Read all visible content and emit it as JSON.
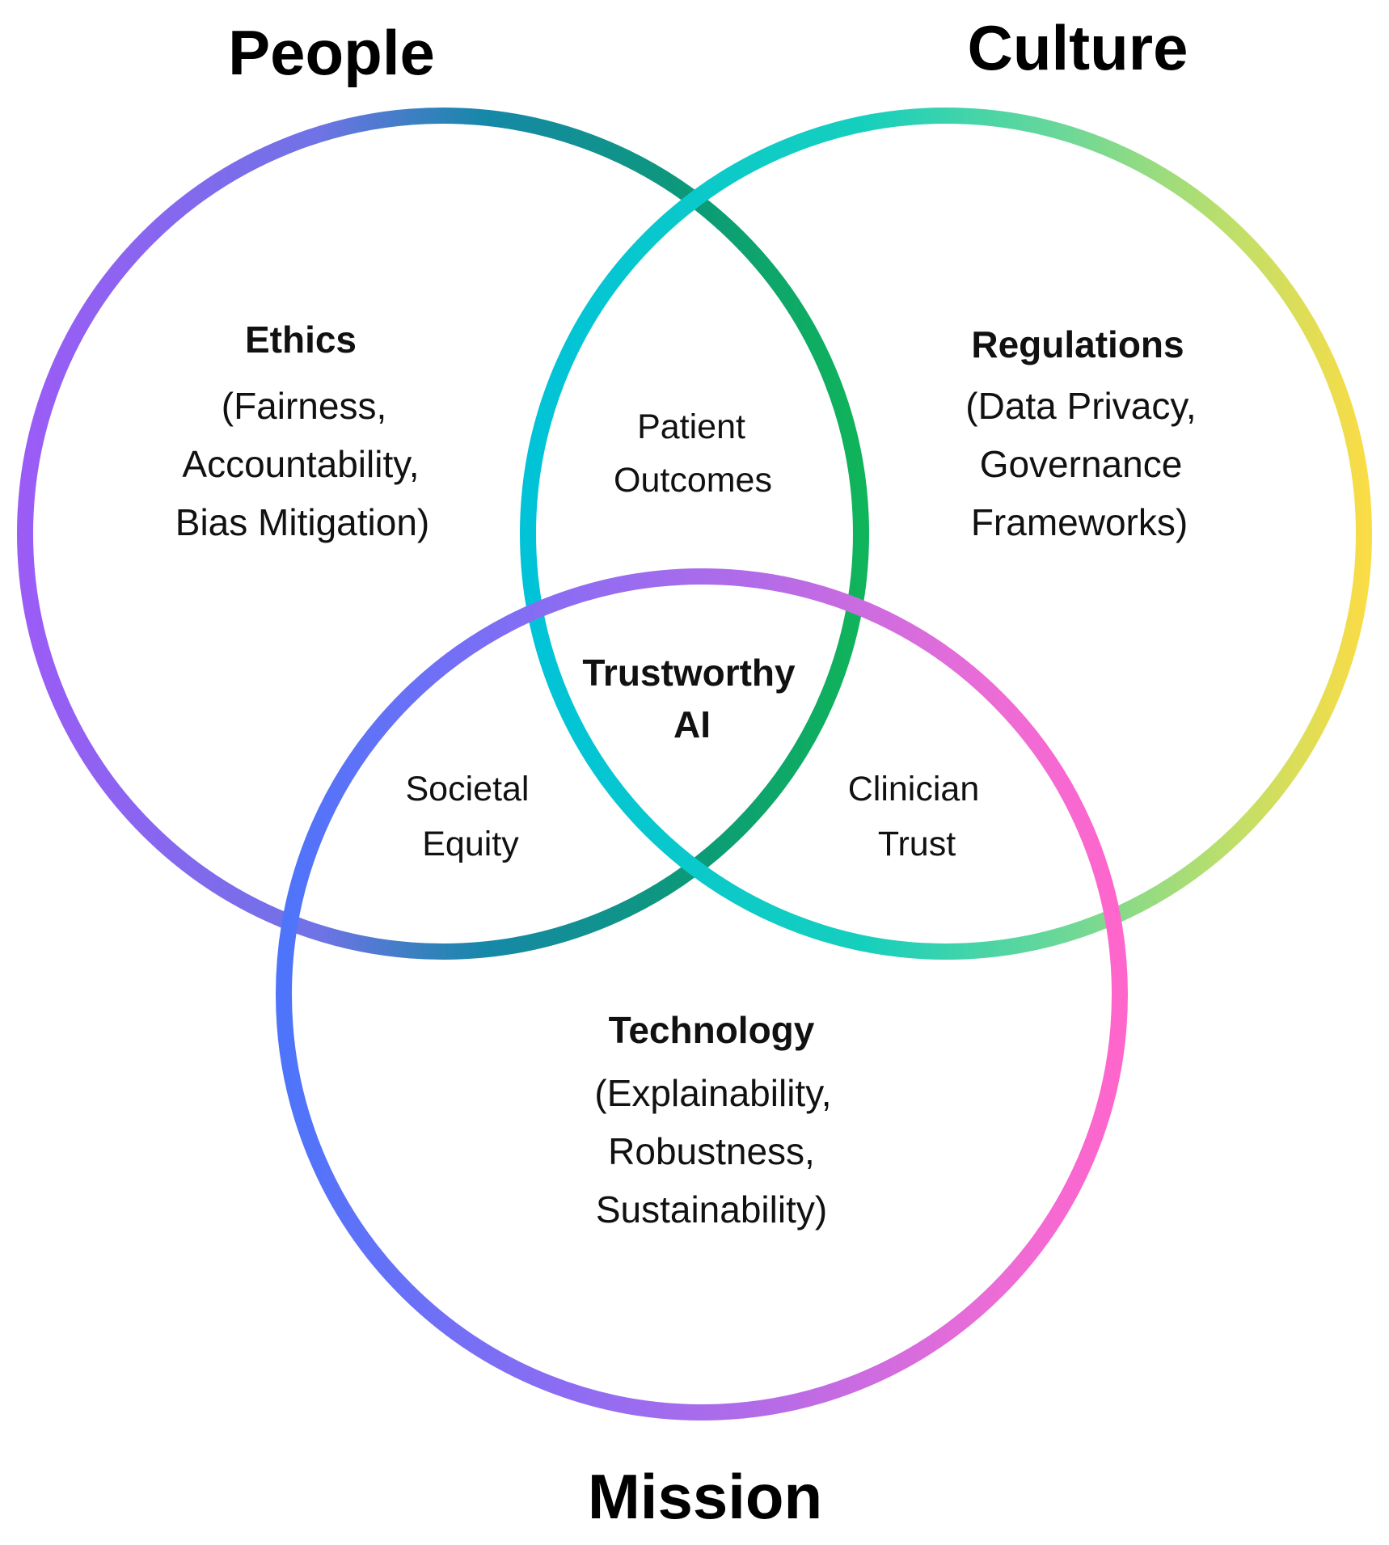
{
  "corners": {
    "people": "People",
    "culture": "Culture",
    "mission": "Mission"
  },
  "regions": {
    "ethics": {
      "title": "Ethics",
      "lines": [
        "(Fairness,",
        "Accountability,",
        "Bias Mitigation)"
      ]
    },
    "regulations": {
      "title": "Regulations",
      "lines": [
        "(Data Privacy,",
        "Governance",
        "Frameworks)"
      ]
    },
    "technology": {
      "title": "Technology",
      "lines": [
        "(Explainability,",
        "Robustness,",
        "Sustainability)"
      ]
    },
    "patient_outcomes": [
      "Patient",
      "Outcomes"
    ],
    "societal_equity": [
      "Societal",
      "Equity"
    ],
    "clinician_trust": [
      "Clinician",
      "Trust"
    ],
    "center": [
      "Trustworthy",
      "AI"
    ]
  },
  "colors": {
    "people_ring": [
      "#9b59f5",
      "#7a6ee8",
      "#1a8fa8",
      "#0b8f7a",
      "#0fa86a",
      "#12b35c"
    ],
    "culture_ring": [
      "#00c2d6",
      "#12cfc0",
      "#55d39a",
      "#b6df6e",
      "#f5dc4a"
    ],
    "mission_ring": [
      "#5573f8",
      "#8c6ef2",
      "#b56be8",
      "#e46cd8",
      "#ff66cc"
    ]
  }
}
